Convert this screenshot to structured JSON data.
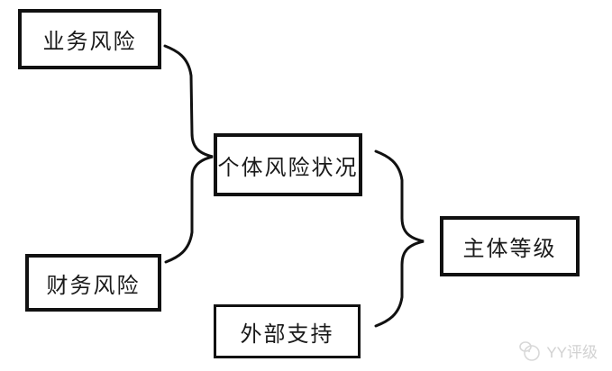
{
  "diagram": {
    "title": "credit-rating-framework",
    "background_color": "#ffffff",
    "line_color": "#111111",
    "nodes": [
      {
        "id": "business-risk",
        "label": "业务风险"
      },
      {
        "id": "individual-risk",
        "label": "个体风险状况"
      },
      {
        "id": "financial-risk",
        "label": "财务风险"
      },
      {
        "id": "external-support",
        "label": "外部支持"
      },
      {
        "id": "entity-rating",
        "label": "主体等级"
      }
    ],
    "relations": [
      {
        "from": [
          "业务风险",
          "财务风险"
        ],
        "to": "个体风险状况",
        "connector": "curly-brace"
      },
      {
        "from": [
          "个体风险状况",
          "外部支持"
        ],
        "to": "主体等级",
        "connector": "curly-brace"
      }
    ]
  },
  "watermark": {
    "label": "YY评级",
    "color": "#d2d2d2",
    "icon": "yy-logo-icon"
  }
}
